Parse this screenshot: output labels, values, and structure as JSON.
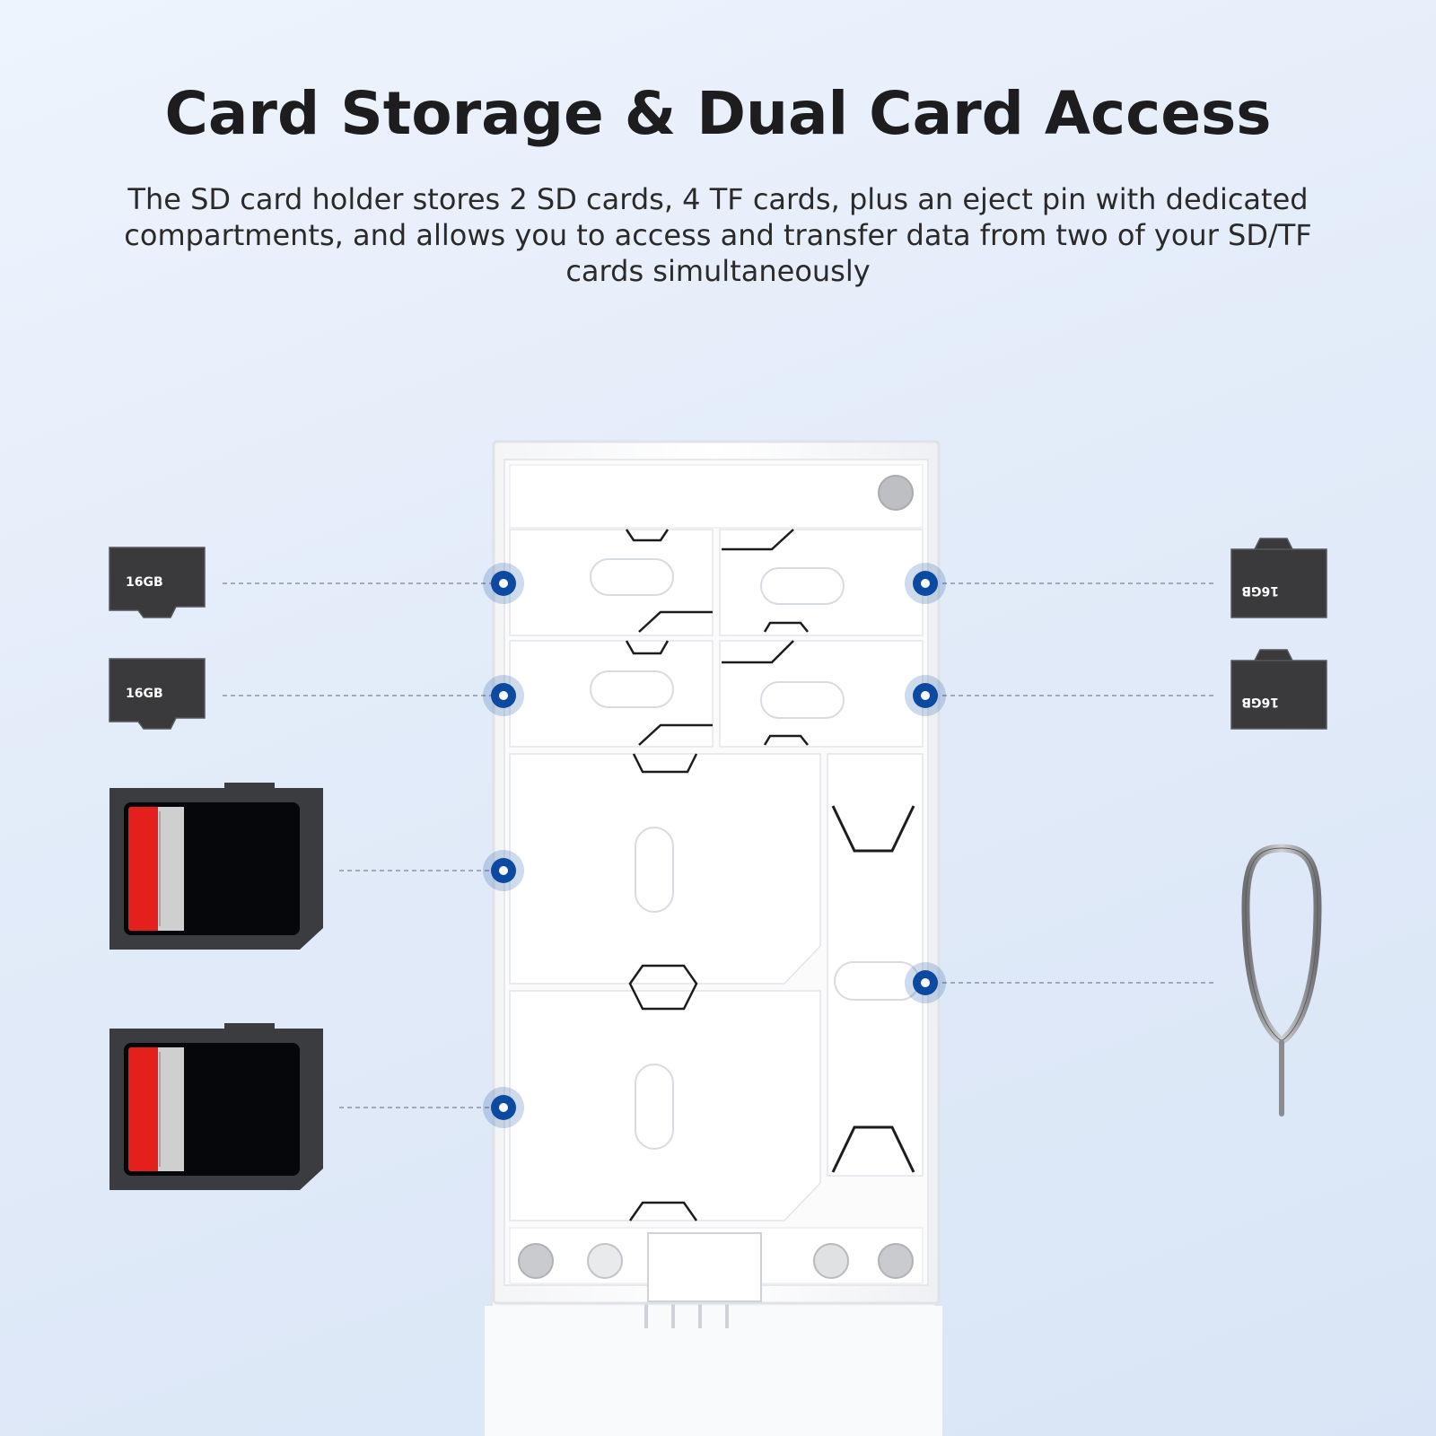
{
  "header": {
    "title": "Card Storage & Dual Card Access",
    "description": "The SD card holder stores 2 SD cards, 4 TF cards, plus an eject pin with dedicated compartments, and allows you to access and transfer data from two of your SD/TF cards simultaneously"
  },
  "cards": {
    "microsd_capacity": "16GB"
  },
  "colors": {
    "marker": "#0b4aa0",
    "case": "#ffffff",
    "card_dark": "#3a3a3c",
    "sd_red": "#e3201b"
  }
}
